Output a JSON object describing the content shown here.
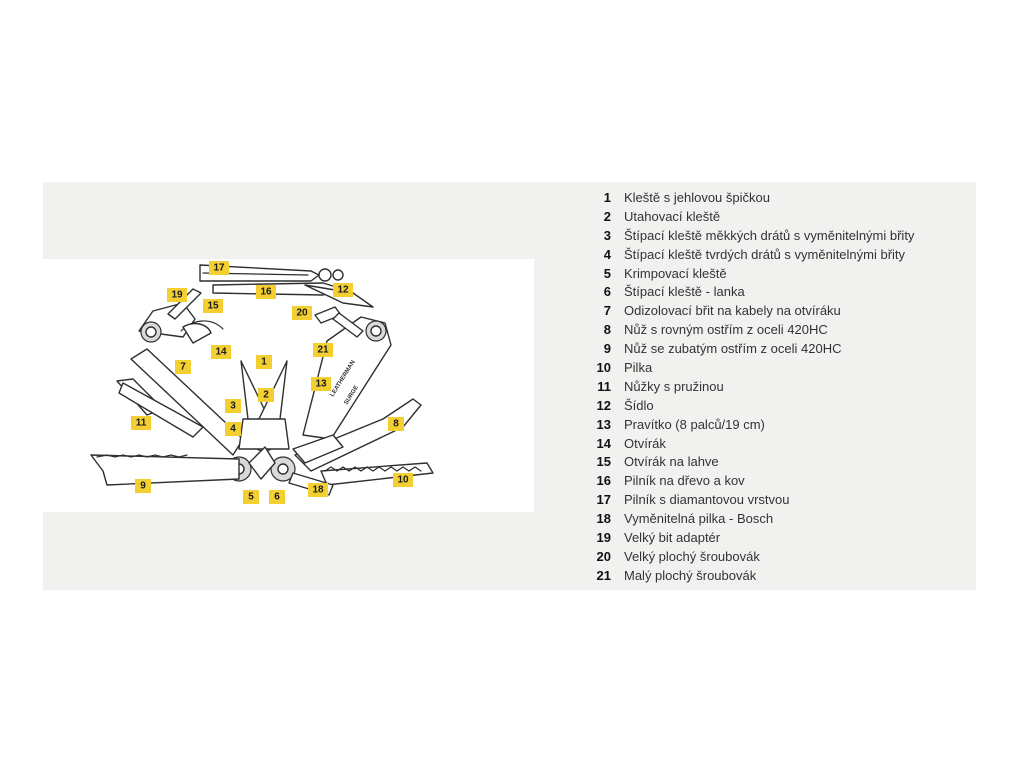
{
  "callouts": [
    "1",
    "2",
    "3",
    "4",
    "5",
    "6",
    "7",
    "8",
    "9",
    "10",
    "11",
    "12",
    "13",
    "14",
    "15",
    "16",
    "17",
    "18",
    "19",
    "20",
    "21"
  ],
  "engraving": {
    "brand": "LEATHERMAN",
    "model": "SURGE"
  },
  "legend": [
    {
      "num": "1",
      "label": "Kleště s jehlovou špičkou"
    },
    {
      "num": "2",
      "label": "Utahovací kleště"
    },
    {
      "num": "3",
      "label": "Štípací kleště měkkých drátů s vyměnitelnými břity"
    },
    {
      "num": "4",
      "label": "Štípací kleště tvrdých drátů s vyměnitelnými břity"
    },
    {
      "num": "5",
      "label": "Krimpovací kleště"
    },
    {
      "num": "6",
      "label": "Štípací kleště - lanka"
    },
    {
      "num": "7",
      "label": "Odizolovací břit na kabely na otvíráku"
    },
    {
      "num": "8",
      "label": "Nůž s rovným ostřím z oceli 420HC"
    },
    {
      "num": "9",
      "label": "Nůž se zubatým ostřím z oceli 420HC"
    },
    {
      "num": "10",
      "label": "Pilka"
    },
    {
      "num": "11",
      "label": "Nůžky s pružinou"
    },
    {
      "num": "12",
      "label": "Šídlo"
    },
    {
      "num": "13",
      "label": "Pravítko (8 palců/19 cm)"
    },
    {
      "num": "14",
      "label": "Otvírák"
    },
    {
      "num": "15",
      "label": "Otvírák na lahve"
    },
    {
      "num": "16",
      "label": "Pilník na dřevo a kov"
    },
    {
      "num": "17",
      "label": "Pilník s diamantovou vrstvou"
    },
    {
      "num": "18",
      "label": "Vyměnitelná pilka - Bosch"
    },
    {
      "num": "19",
      "label": "Velký bit adaptér"
    },
    {
      "num": "20",
      "label": "Velký plochý šroubovák"
    },
    {
      "num": "21",
      "label": "Malý plochý šroubovák"
    }
  ]
}
